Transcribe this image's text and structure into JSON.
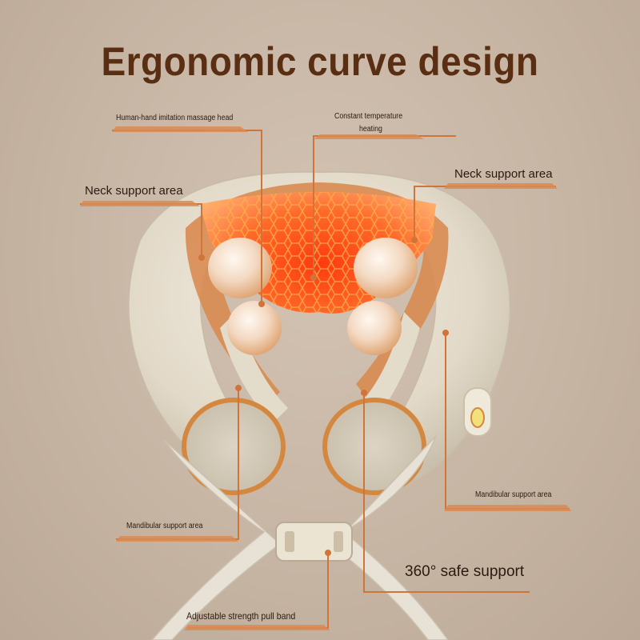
{
  "title": "Ergonomic curve design",
  "labels": {
    "massage_head": "Human-hand imitation massage head",
    "heating_line1": "Constant temperature",
    "heating_line2": "heating",
    "neck_left": "Neck support area",
    "neck_right": "Neck support area",
    "mandibular_right": "Mandibular support area",
    "mandibular_left": "Mandibular support area",
    "safe_support": "360° safe support",
    "pull_band": "Adjustable strength pull band"
  },
  "colors": {
    "background": "#c9b8a8",
    "title": "#5a2e13",
    "accent": "#d0753a",
    "fabric": "#e6dfd0",
    "heat_glow": "#ff4a16"
  }
}
